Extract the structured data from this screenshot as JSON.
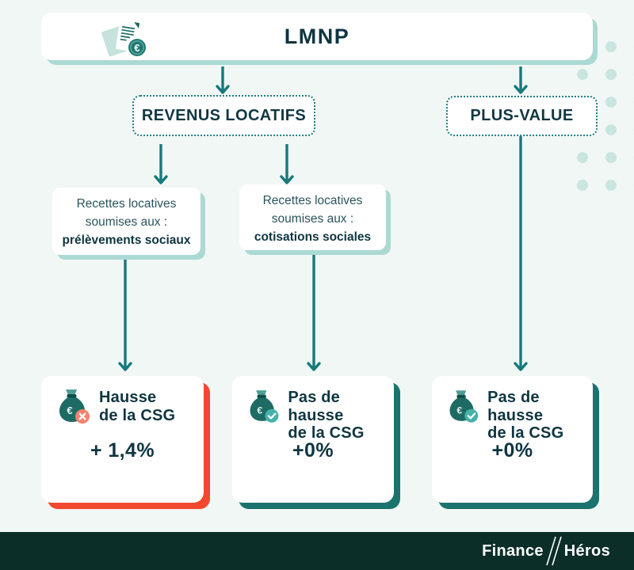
{
  "root": {
    "title": "LMNP"
  },
  "branches": [
    {
      "label": "REVENUS LOCATIFS"
    },
    {
      "label": "PLUS-VALUE"
    }
  ],
  "conditions": [
    {
      "line1": "Recettes locatives",
      "line2": "soumises aux :",
      "emphasis": "prélèvements sociaux"
    },
    {
      "line1": "Recettes locatives",
      "line2": "soumises aux :",
      "emphasis": "cotisations sociales"
    }
  ],
  "results": [
    {
      "title1": "Hausse",
      "title2": "de la CSG",
      "value": "+ 1,4%",
      "status": "increase",
      "badge": "cross"
    },
    {
      "title1": "Pas de hausse",
      "title2": "de la CSG",
      "value": "+0%",
      "status": "no-increase",
      "badge": "check"
    },
    {
      "title1": "Pas de hausse",
      "title2": "de la CSG",
      "value": "+0%",
      "status": "no-increase",
      "badge": "check"
    }
  ],
  "footer": {
    "brand_first": "Finance",
    "brand_second": "Héros"
  },
  "colors": {
    "background": "#f1f7f5",
    "teal_accent": "#17797c",
    "light_teal_shadow": "#abd9d3",
    "dark_teal_shadow": "#1b736e",
    "alert_red": "#f2482f",
    "coral_badge": "#f5826e",
    "check_badge": "#46b2a9",
    "text_dark": "#0f3540",
    "footer_background": "#0b2e29",
    "dot_decoration": "#c9e5e0"
  }
}
